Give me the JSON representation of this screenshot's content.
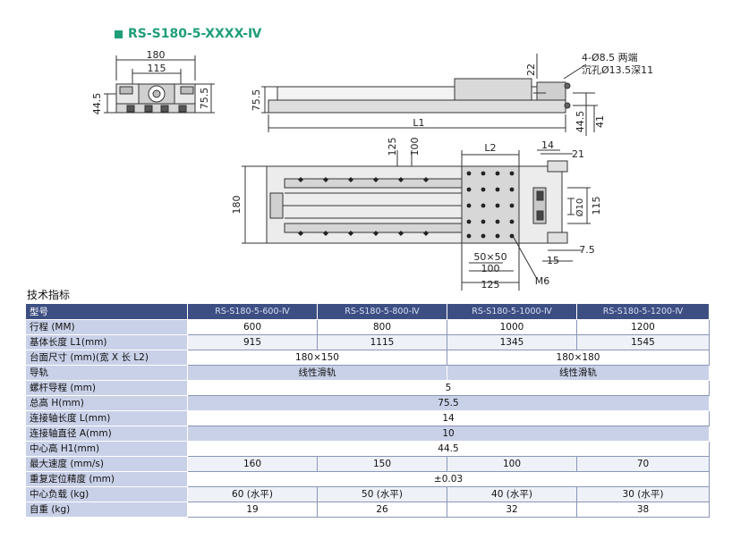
{
  "title": "RS-S180-5-XXXX-Ⅳ",
  "drawing": {
    "end_view": {
      "width": "180",
      "inner_width": "115",
      "height_left": "44.5",
      "height_right": "75.5"
    },
    "side_view": {
      "height": "75.5",
      "length": "L1",
      "dim_22": "22",
      "hole_note_1": "4-Ø8.5 两端",
      "hole_note_2": "沉孔Ø13.5深11",
      "dim_44_5": "44.5",
      "dim_41": "41"
    },
    "top_view": {
      "width": "180",
      "dim_125": "125",
      "dim_100": "100",
      "dim_l2": "L2",
      "dim_14": "14",
      "dim_21": "21",
      "dim_115": "115",
      "dim_shaft": "Ø10",
      "dim_7_5": "7.5",
      "dim_15": "15",
      "dim_grid": "50×50",
      "dim_bottom_100": "100",
      "dim_bottom_125": "125",
      "thread": "M6"
    }
  },
  "spec": {
    "heading": "技术指标",
    "header": {
      "label": "型号",
      "models": [
        "RS-S180-5-600-Ⅳ",
        "RS-S180-5-800-Ⅳ",
        "RS-S180-5-1000-Ⅳ",
        "RS-S180-5-1200-Ⅳ"
      ]
    },
    "rows": {
      "stroke": {
        "label": "行程 (MM)",
        "values": [
          "600",
          "800",
          "1000",
          "1200"
        ]
      },
      "base_length": {
        "label": "基体长度 L1(mm)",
        "values": [
          "915",
          "1115",
          "1345",
          "1545"
        ]
      },
      "table_size": {
        "label": "台面尺寸 (mm)(宽 X 长 L2)",
        "values": [
          "180×150",
          "180×180"
        ]
      },
      "guide": {
        "label": "导轨",
        "values": [
          "线性滑轨",
          "线性滑轨"
        ]
      },
      "lead": {
        "label": "螺杆导程 (mm)",
        "value": "5"
      },
      "total_height": {
        "label": "总高 H(mm)",
        "value": "75.5"
      },
      "shaft_length": {
        "label": "连接轴长度 L(mm)",
        "value": "14"
      },
      "shaft_diameter": {
        "label": "连接轴直径 A(mm)",
        "value": "10"
      },
      "center_height": {
        "label": "中心高 H1(mm)",
        "value": "44.5"
      },
      "max_speed": {
        "label": "最大速度 (mm/s)",
        "values": [
          "160",
          "150",
          "100",
          "70"
        ]
      },
      "repeatability": {
        "label": "重复定位精度 (mm)",
        "value": "±0.03"
      },
      "center_load": {
        "label": "中心负载 (kg)",
        "values": [
          "60 (水平)",
          "50 (水平)",
          "40 (水平)",
          "30 (水平)"
        ]
      },
      "weight": {
        "label": "自重 (kg)",
        "values": [
          "19",
          "26",
          "32",
          "38"
        ]
      }
    }
  }
}
